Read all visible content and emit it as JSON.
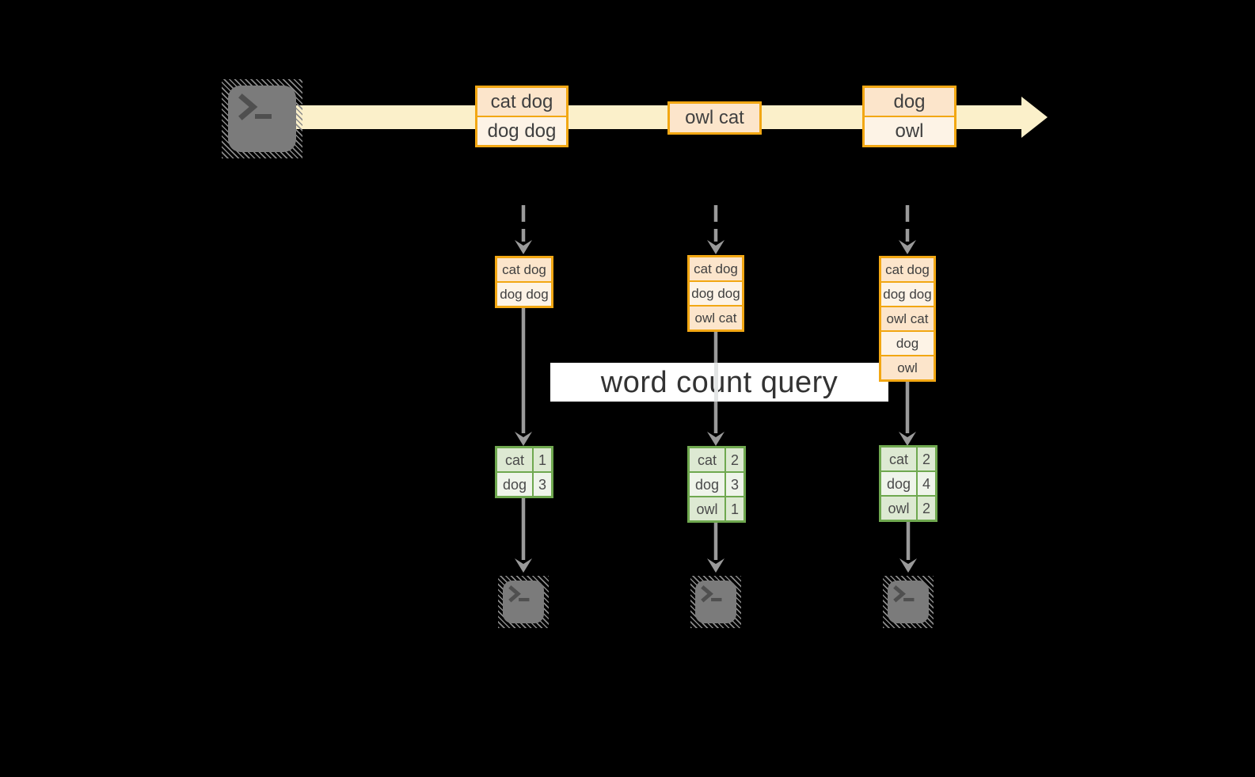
{
  "query_label": "word count query",
  "stream": {
    "source_icon": "terminal-icon",
    "batches": [
      {
        "rows": [
          "cat dog",
          "dog dog"
        ]
      },
      {
        "rows": [
          "owl cat"
        ]
      },
      {
        "rows": [
          "dog",
          "owl"
        ]
      }
    ]
  },
  "columns": [
    {
      "state_rows": [
        "cat dog",
        "dog dog"
      ],
      "counts": [
        {
          "word": "cat",
          "count": "1"
        },
        {
          "word": "dog",
          "count": "3"
        }
      ],
      "sink_icon": "terminal-icon"
    },
    {
      "state_rows": [
        "cat dog",
        "dog dog",
        "owl cat"
      ],
      "counts": [
        {
          "word": "cat",
          "count": "2"
        },
        {
          "word": "dog",
          "count": "3"
        },
        {
          "word": "owl",
          "count": "1"
        }
      ],
      "sink_icon": "terminal-icon"
    },
    {
      "state_rows": [
        "cat dog",
        "dog dog",
        "owl cat",
        "dog",
        "owl"
      ],
      "counts": [
        {
          "word": "cat",
          "count": "2"
        },
        {
          "word": "dog",
          "count": "4"
        },
        {
          "word": "owl",
          "count": "2"
        }
      ],
      "sink_icon": "terminal-icon"
    }
  ],
  "colors": {
    "background": "#000000",
    "stream_band": "#fbf0ca",
    "orange_border": "#f2a713",
    "cell_peach": "#fce5cb",
    "cell_cream": "#fdf3e6",
    "green_border": "#6fa84f",
    "green_cell_dark": "#dde9d2",
    "green_cell_light": "#eff4ea",
    "arrow_gray": "#9a9a9a",
    "terminal_gray": "#7b7b7b",
    "query_band_bg": "#ffffff"
  }
}
